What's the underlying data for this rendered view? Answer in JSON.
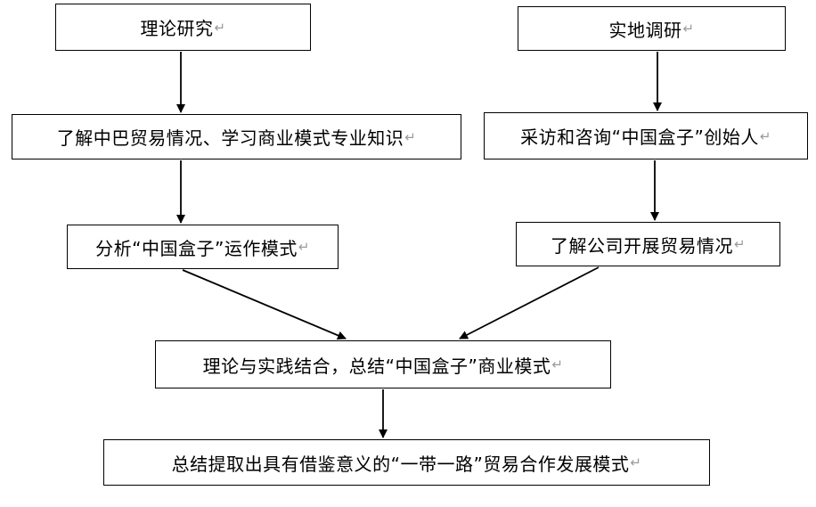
{
  "nodes": {
    "theory_research": "理论研究",
    "field_research": "实地调研",
    "understand_trade": "了解中巴贸易情况、学习商业模式专业知识",
    "interview_founder": "采访和咨询“中国盒子”创始人",
    "analyze_model": "分析“中国盒子”运作模式",
    "company_trade": "了解公司开展贸易情况",
    "combine_summary": "理论与实践结合，总结“中国盒子”商业模式",
    "final_summary": "总结提取出具有借鉴意义的“一带一路”贸易合作发展模式"
  },
  "return_mark": "↵",
  "colors": {
    "line": "#000000",
    "mark": "#9a9a9a"
  }
}
